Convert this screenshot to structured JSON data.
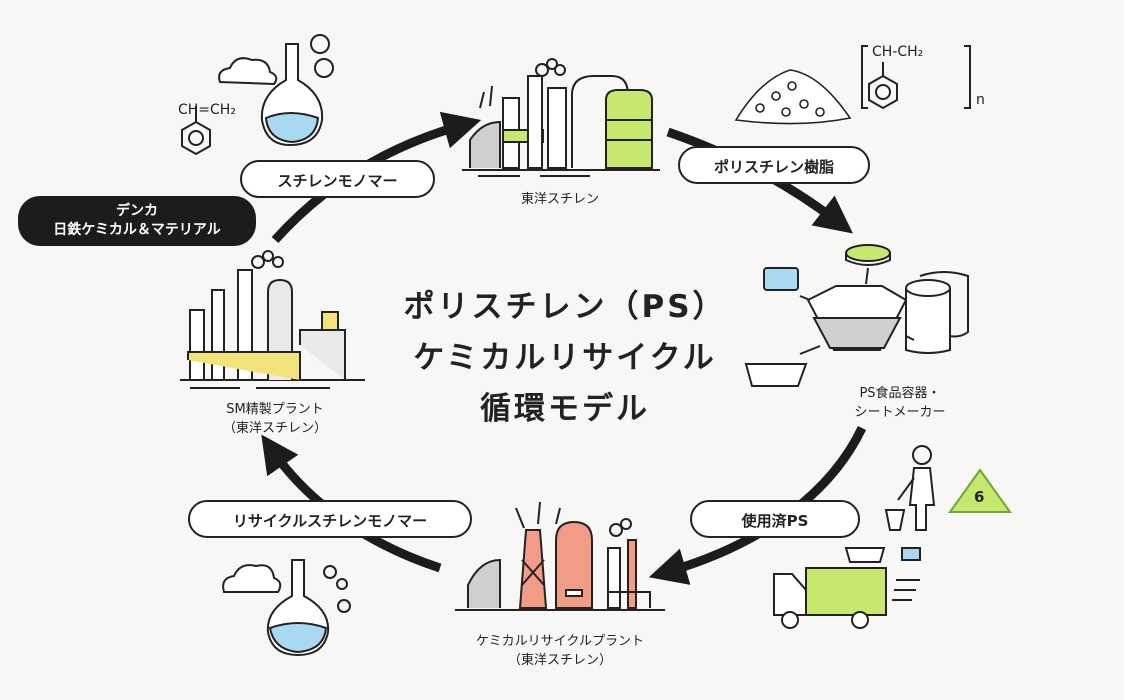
{
  "title_lines": [
    "ポリスチレン（PS）",
    "ケミカルリサイクル",
    "循環モデル"
  ],
  "labels": {
    "styrene_monomer": "スチレンモノマー",
    "denka_line1": "デンカ",
    "denka_line2": "日鉄ケミカル＆マテリアル",
    "polystyrene_resin": "ポリスチレン樹脂",
    "used_ps": "使用済PS",
    "recycled_monomer": "リサイクルスチレンモノマー"
  },
  "captions": {
    "toyo_styrene": "東洋スチレン",
    "sm_plant": "SM精製プラント\n（東洋スチレン）",
    "ps_maker": "PS食品容器・\nシートメーカー",
    "recycle_plant": "ケミカルリサイクルプラント\n（東洋スチレン）"
  },
  "formulas": {
    "monomer": "CH=CH₂",
    "polymer_unit": "CH-CH₂",
    "polymer_n": "n"
  },
  "recycle_number": "6",
  "colors": {
    "accent_green": "#c7e86f",
    "accent_yellow": "#f2e27a",
    "accent_salmon": "#f29c87",
    "accent_blue": "#a9d8f2",
    "ink": "#1c1c1c"
  }
}
